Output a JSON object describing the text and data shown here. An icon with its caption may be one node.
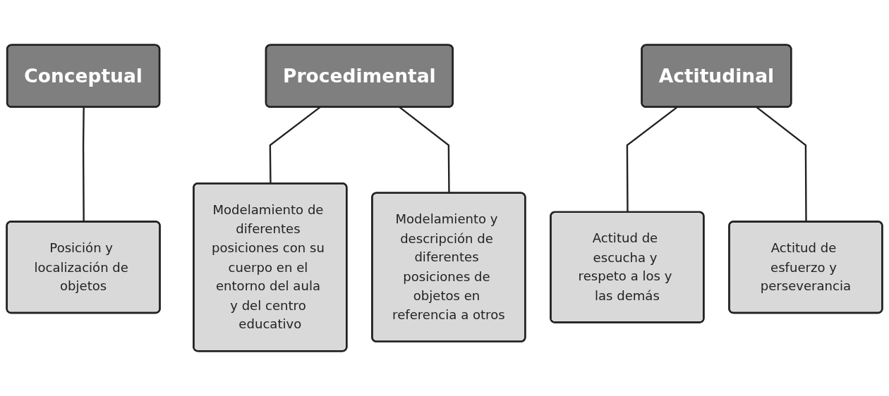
{
  "diagram": {
    "nodes": [
      {
        "text": [
          "Conceptual"
        ]
      },
      {
        "text": [
          "Procedimental"
        ]
      },
      {
        "text": [
          "Actitudinal"
        ]
      },
      {
        "text": [
          "Posición y localización de objetos"
        ]
      },
      {
        "text": [
          "Modelamiento de diferentes posiciones con su cuerpo en el entorno del aula y del centro educativo"
        ]
      },
      {
        "text": [
          "Modelamiento y descripción de diferentes posiciones de objetos en referencia a otros"
        ]
      },
      {
        "text": [
          "Actitud de escucha y respeto a los y las demás"
        ]
      },
      {
        "text": [
          "Actitud de esfuerzo y perseverancia"
        ]
      }
    ],
    "edges": [
      {
        "from": 0,
        "to": 3,
        "arrow": "none"
      },
      {
        "from": 1,
        "to": 4,
        "arrow": "none"
      },
      {
        "from": 1,
        "to": 5,
        "arrow": "none"
      },
      {
        "from": 2,
        "to": 6,
        "arrow": "none"
      },
      {
        "from": 2,
        "to": 7,
        "arrow": "none"
      }
    ]
  }
}
